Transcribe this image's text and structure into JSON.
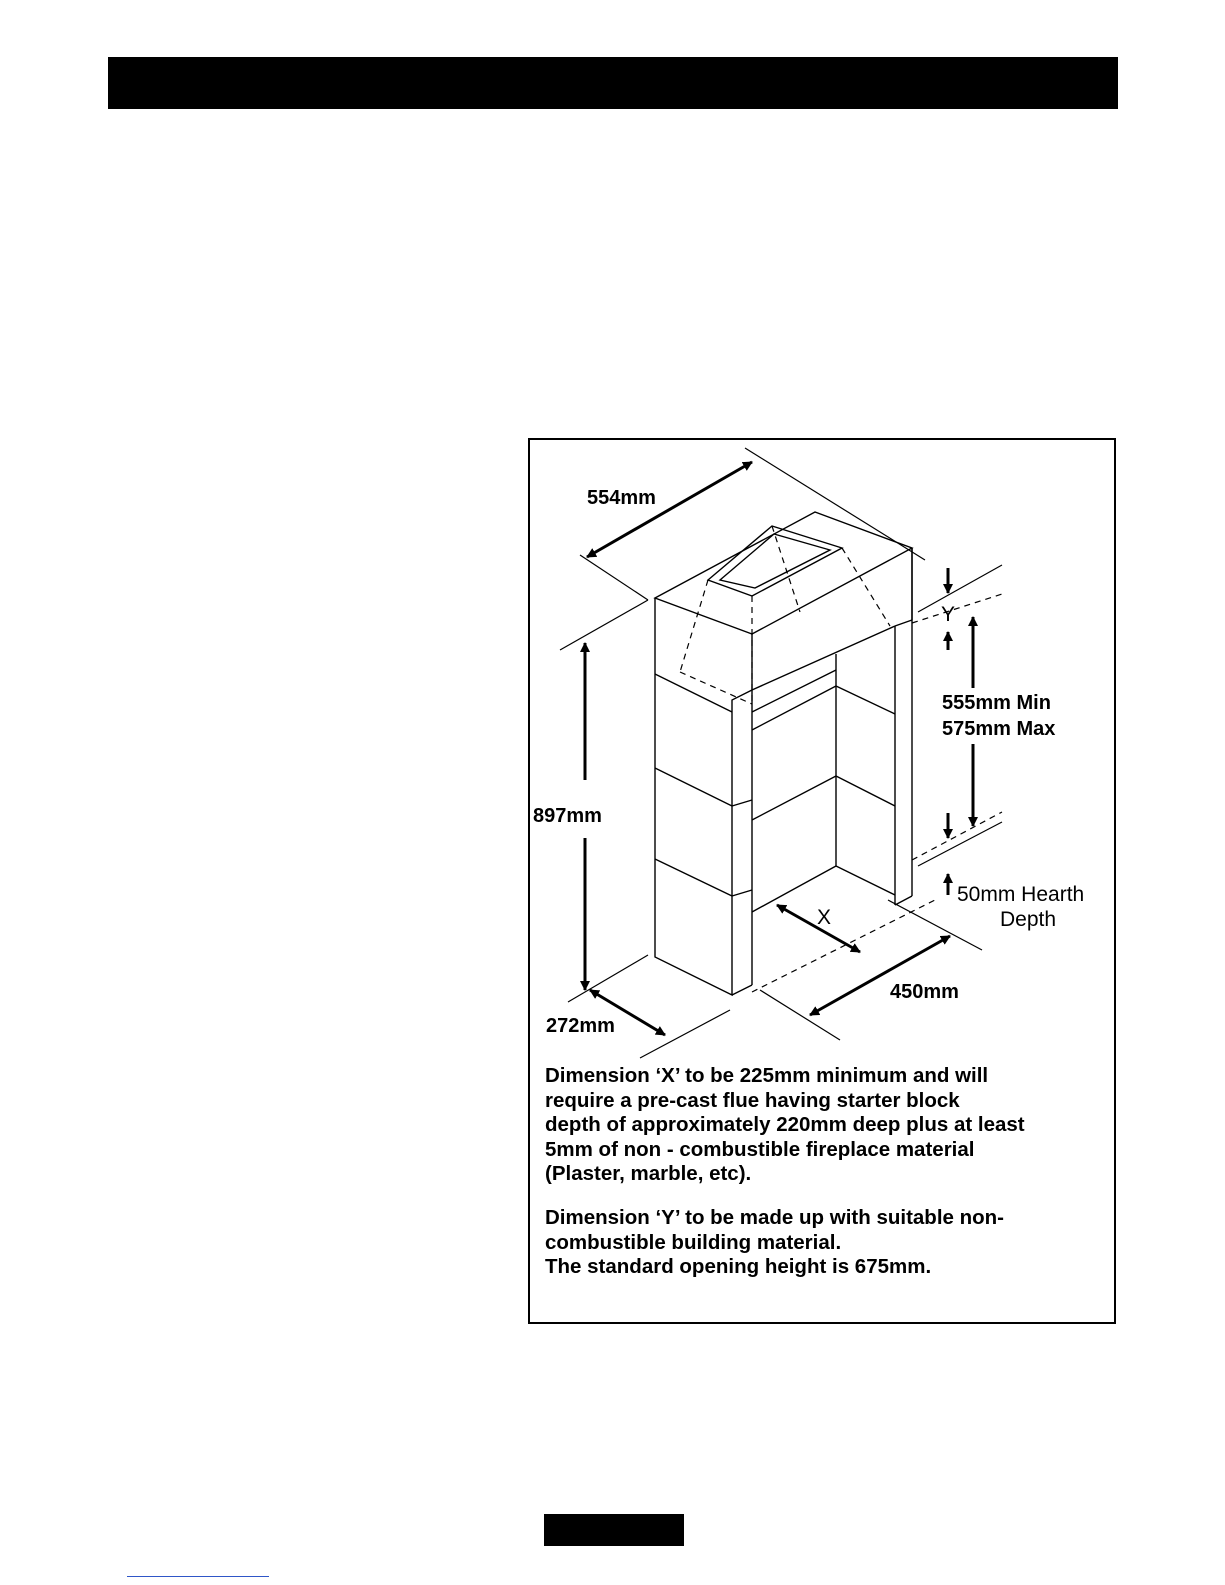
{
  "figure": {
    "labels": {
      "top_width": "554mm",
      "height": "897mm",
      "side_depth": "272mm",
      "y_marker": "Y",
      "opening_min": "555mm Min",
      "opening_max": "575mm Max",
      "hearth_line1": "50mm Hearth",
      "hearth_line2": "Depth",
      "x_marker": "X",
      "opening_width": "450mm"
    },
    "note_x": [
      "Dimension ‘X’ to be 225mm minimum and will",
      "require a  pre-cast flue having starter block",
      "depth of approximately 220mm deep plus at least",
      "5mm of non - combustible fireplace material",
      "(Plaster, marble, etc)."
    ],
    "note_y": [
      "Dimension ‘Y’ to be made up with suitable non-",
      "combustible building material.",
      "The standard opening height is 675mm."
    ]
  },
  "colors": {
    "ink": "#000000",
    "link_underline": "#2f56c8"
  }
}
